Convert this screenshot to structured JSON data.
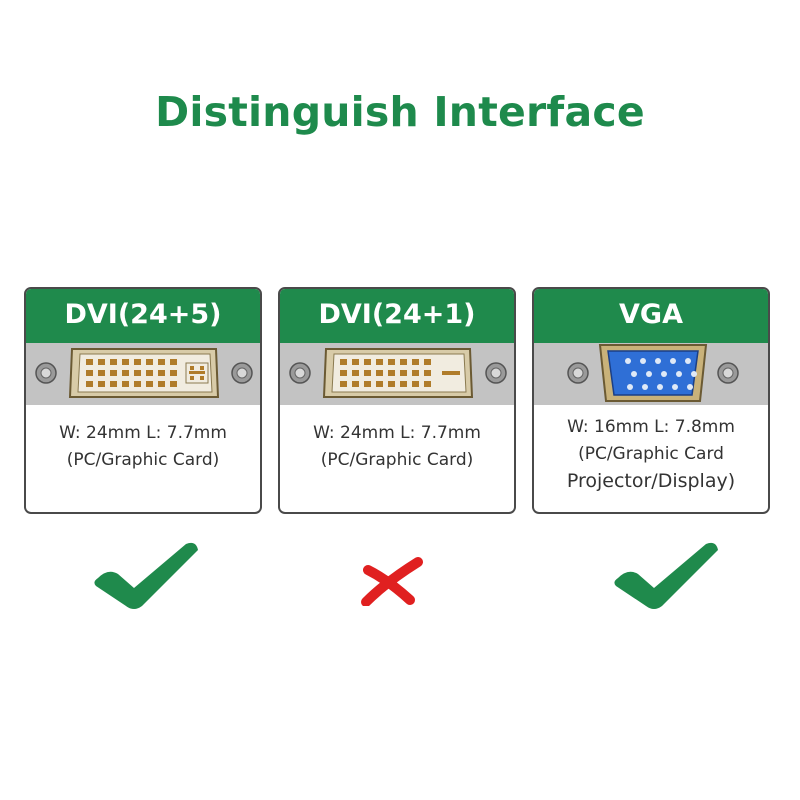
{
  "title": "Distinguish Interface",
  "colors": {
    "brand_green": "#1f8a4c",
    "band_gray": "#c3c3c3",
    "cross_red": "#e02020",
    "vga_blue": "#2f6fd6"
  },
  "cards": [
    {
      "header": "DVI(24+5)",
      "connector": "dvi-24-5",
      "lines": [
        "W: 24mm  L: 7.7mm",
        "(PC/Graphic Card)"
      ],
      "status": "check"
    },
    {
      "header": "DVI(24+1)",
      "connector": "dvi-24-1",
      "lines": [
        "W: 24mm  L: 7.7mm",
        "(PC/Graphic Card)"
      ],
      "status": "cross"
    },
    {
      "header": "VGA",
      "connector": "vga",
      "lines": [
        "W: 16mm  L: 7.8mm",
        "(PC/Graphic Card",
        "Projector/Display)"
      ],
      "status": "check"
    }
  ]
}
